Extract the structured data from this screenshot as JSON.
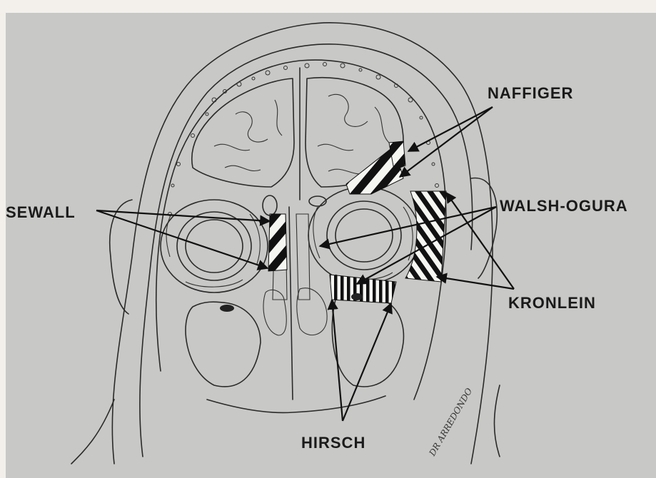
{
  "labels": {
    "naffiger": "NAFFIGER",
    "sewall": "SEWALL",
    "walsh_ogura": "WALSH-OGURA",
    "kronlein": "KRONLEIN",
    "hirsch": "HIRSCH"
  },
  "signature": "DR ARREDONDO",
  "colors": {
    "background": "#f3f0ec",
    "panel": "#c8c8c6",
    "ink": "#1a1a1a"
  }
}
